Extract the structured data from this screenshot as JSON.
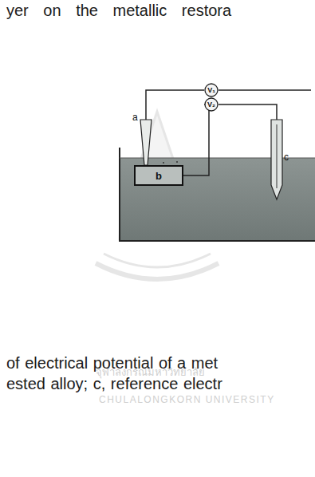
{
  "diagram": {
    "nodes": [
      {
        "text": [
          "V₁"
        ]
      },
      {
        "text": [
          "V₂"
        ]
      },
      {
        "text": [
          "b"
        ]
      }
    ],
    "labels": [
      "yer on the metallic restora",
      "a",
      "c",
      "of electrical potential of a met",
      "ested alloy; c, reference electr",
      "จุฬาลงกรณ์มหาวิทยาลัย",
      "CHULALONGKORN UNIVERSITY"
    ]
  }
}
